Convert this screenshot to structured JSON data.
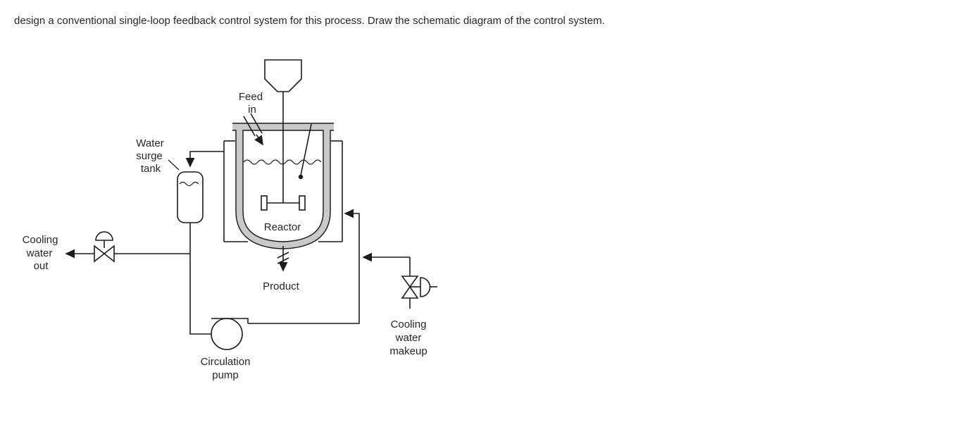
{
  "question": "design a conventional single-loop feedback control system for this process. Draw the schematic diagram of the control system.",
  "diagram": {
    "labels": {
      "feed_in": [
        "Feed",
        "in"
      ],
      "water_surge_tank": [
        "Water",
        "surge",
        "tank"
      ],
      "reactor": "Reactor",
      "product": "Product",
      "cooling_water_out": [
        "Cooling",
        "water",
        "out"
      ],
      "circulation_pump": [
        "Circulation",
        "pump"
      ],
      "cooling_water_makeup": [
        "Cooling",
        "water",
        "makeup"
      ]
    },
    "colors": {
      "line": "#1c1c1c",
      "vessel": "#c9c9c9",
      "text": "#262626",
      "background": "#ffffff"
    }
  }
}
